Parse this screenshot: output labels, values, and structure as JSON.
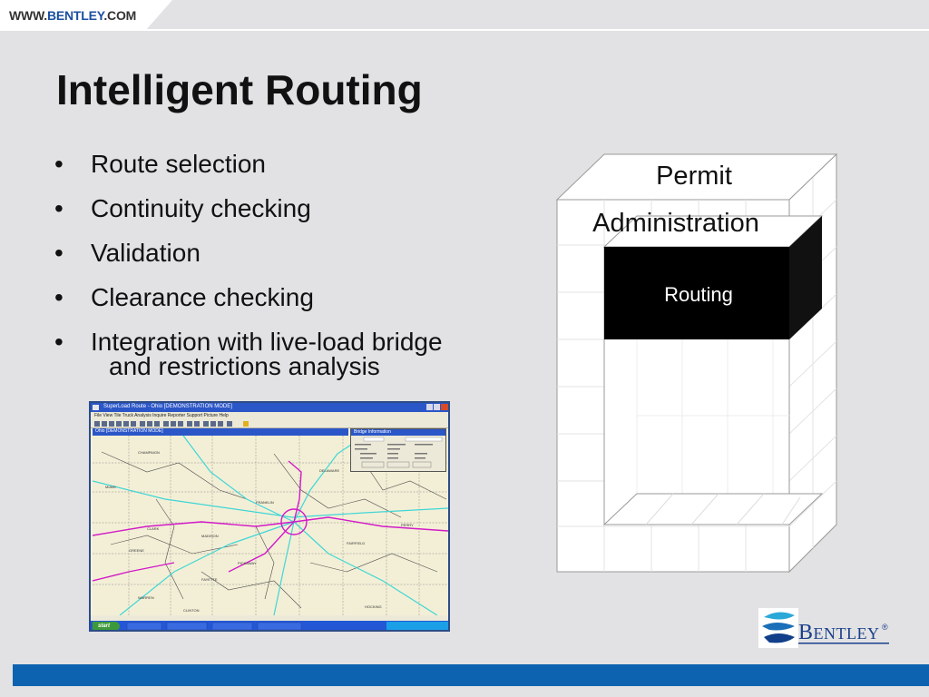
{
  "header": {
    "url_prefix": "WWW.",
    "url_brand": "BENTLEY",
    "url_suffix": ".COM"
  },
  "slide": {
    "title": "Intelligent Routing",
    "bullets": [
      {
        "text": "Route selection"
      },
      {
        "text": "Continuity checking"
      },
      {
        "text": "Validation"
      },
      {
        "text": "Clearance checking"
      },
      {
        "text": "Integration with live-load bridge",
        "continuation": "and restrictions analysis"
      }
    ],
    "bullet_glyph": "•"
  },
  "screenshot": {
    "window_title": "SuperLoad Route - Ohio [DEMONSTRATION MODE]",
    "menu": "File  View  Tile  Truck  Analysis  Inquire  Reporter  Support  Picture  Help",
    "map_title": "Ohio [DEMONSTRATION MODE]",
    "dialog_title": "Bridge Information",
    "start_label": "start"
  },
  "diagram": {
    "label_permit": "Permit",
    "label_admin": "Administration",
    "label_routing": "Routing"
  },
  "logo": {
    "text_b": "B",
    "text_rest": "ENTLEY",
    "registered": "®"
  },
  "colors": {
    "background": "#e2e2e4",
    "brand_blue": "#0d63b0",
    "routing_block": "#000000"
  }
}
